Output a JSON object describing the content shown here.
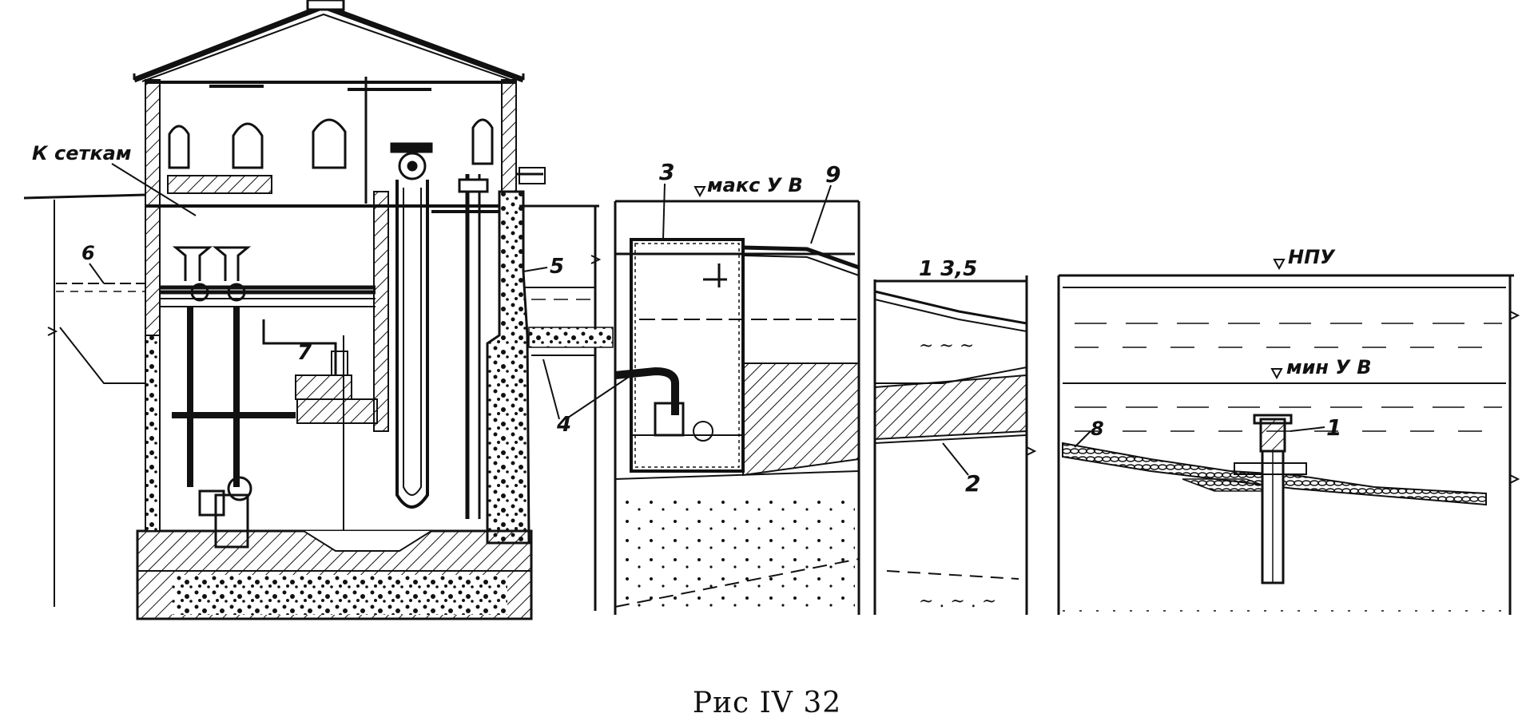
{
  "labels": {
    "k_setkam": "К сеткам",
    "n1": "1",
    "n2": "2",
    "n3": "3",
    "n4": "4",
    "n5": "5",
    "n6": "6",
    "n7": "7",
    "n8": "8",
    "n9": "9",
    "slope": "1 3,5",
    "maks_uv": "макс У В",
    "npu": "НПУ",
    "min_uv": "мин У В"
  },
  "caption": "Рис  IV 32"
}
